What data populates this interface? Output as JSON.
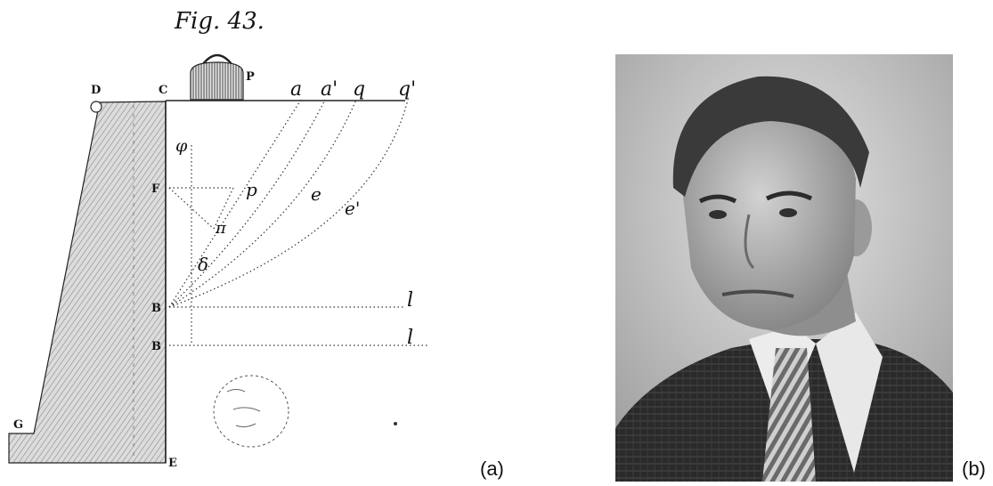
{
  "panel_a": {
    "figure_title": "Fig. 43.",
    "panel_label": "(a)",
    "point_labels": {
      "D": "D",
      "C": "C",
      "P": "P",
      "a": "a",
      "a_prime": "a'",
      "q": "q",
      "q_prime": "q'",
      "phi": "φ",
      "F": "F",
      "p": "p",
      "e": "e",
      "e_prime": "e'",
      "pi": "π",
      "delta": "δ",
      "B_upper": "B",
      "B_lower": "B",
      "l_upper": "l",
      "l_lower": "l",
      "G": "G",
      "E": "E"
    }
  },
  "panel_b": {
    "panel_label": "(b)",
    "subject": "black-and-white portrait photograph of a man in a suit and tie"
  },
  "colors": {
    "ink": "#141414",
    "wall_fill": "#d8d8d8",
    "photo_background": "#c9c9c9",
    "suit": "#2a2a2a"
  }
}
